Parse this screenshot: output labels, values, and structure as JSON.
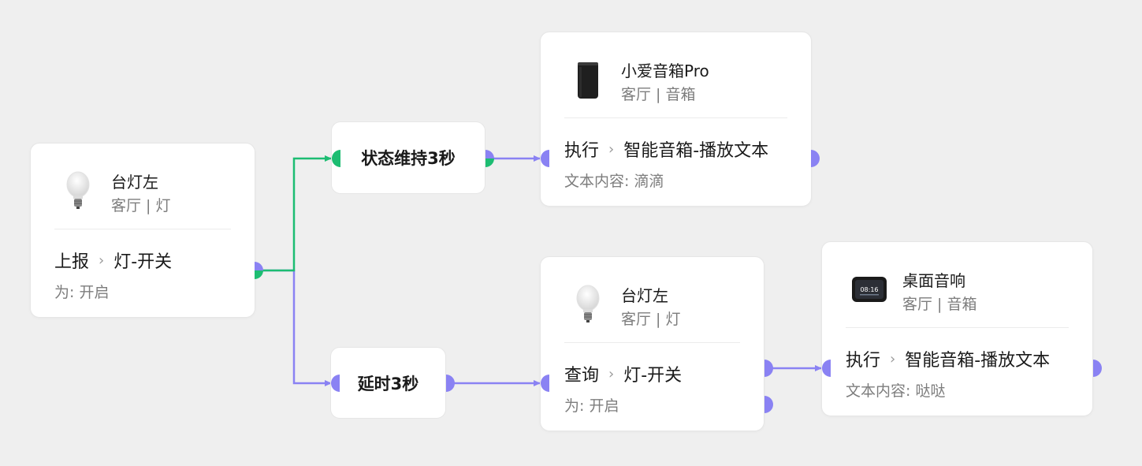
{
  "colors": {
    "background": "#efefef",
    "card": "#ffffff",
    "true_branch": "#1dbd72",
    "false_branch": "#8a82f3",
    "secondary_text": "#7d7d7d"
  },
  "trigger": {
    "icon": "light-bulb-icon",
    "device_name": "台灯左",
    "room": "客厅 | 灯",
    "action_type": "上报",
    "action_name": "灯-开关",
    "detail": "为: 开启"
  },
  "conditions": {
    "hold": {
      "label": "状态维持3秒"
    },
    "delay": {
      "label": "延时3秒"
    }
  },
  "actions": {
    "speaker_pro": {
      "icon": "smart-speaker-icon",
      "device_name": "小爱音箱Pro",
      "room": "客厅 | 音箱",
      "action_type": "执行",
      "action_name": "智能音箱-播放文本",
      "detail": "文本内容: 滴滴"
    },
    "lamp_query": {
      "icon": "light-bulb-icon",
      "device_name": "台灯左",
      "room": "客厅 | 灯",
      "action_type": "查询",
      "action_name": "灯-开关",
      "detail": "为: 开启"
    },
    "desk_speaker": {
      "icon": "display-speaker-icon",
      "clock_text": "08:16",
      "device_name": "桌面音响",
      "room": "客厅 | 音箱",
      "action_type": "执行",
      "action_name": "智能音箱-播放文本",
      "detail": "文本内容: 哒哒"
    }
  }
}
